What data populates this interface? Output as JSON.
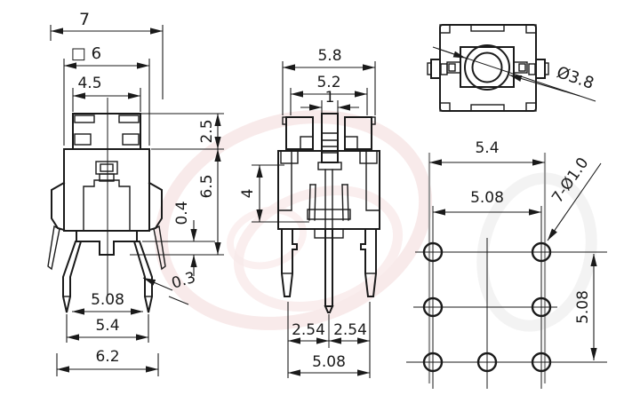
{
  "drawing": {
    "type": "technical-dimension-drawing",
    "subject": "through-hole illuminated tact switch, three orthographic views plus PCB hole layout"
  },
  "colors": {
    "line": "#1a1a1a",
    "construction_line": "#9a9a9a",
    "watermark_pink": "#f2d6d6",
    "watermark_gray": "#e9e9e9",
    "background": "#ffffff"
  },
  "views": {
    "front": {
      "label": "front-view",
      "overall_width": "7",
      "body_square": "□ 6",
      "cap_width": "4.5",
      "cap_height": "2.5",
      "body_height": "6.5",
      "standoff_height": "0.4",
      "lead_thickness": "0.3",
      "lead_pitch": "5.08",
      "lead_span": "5.4",
      "max_span": "6.2"
    },
    "side": {
      "label": "side-view",
      "top_width": "5.8",
      "upper_width": "5.2",
      "plunger_width": "1",
      "body_section": "4",
      "pitch_left": "2.54",
      "pitch_right": "2.54",
      "pitch_total": "5.08"
    },
    "top": {
      "label": "top-view",
      "button_diameter": "Ø3.8"
    },
    "pcb": {
      "label": "pcb-hole-layout",
      "outer_span": "5.4",
      "hole_pitch_horizontal": "5.08",
      "hole_callout": "7-Ø1.0",
      "hole_pitch_vertical": "5.08",
      "hole_count": 7
    }
  }
}
